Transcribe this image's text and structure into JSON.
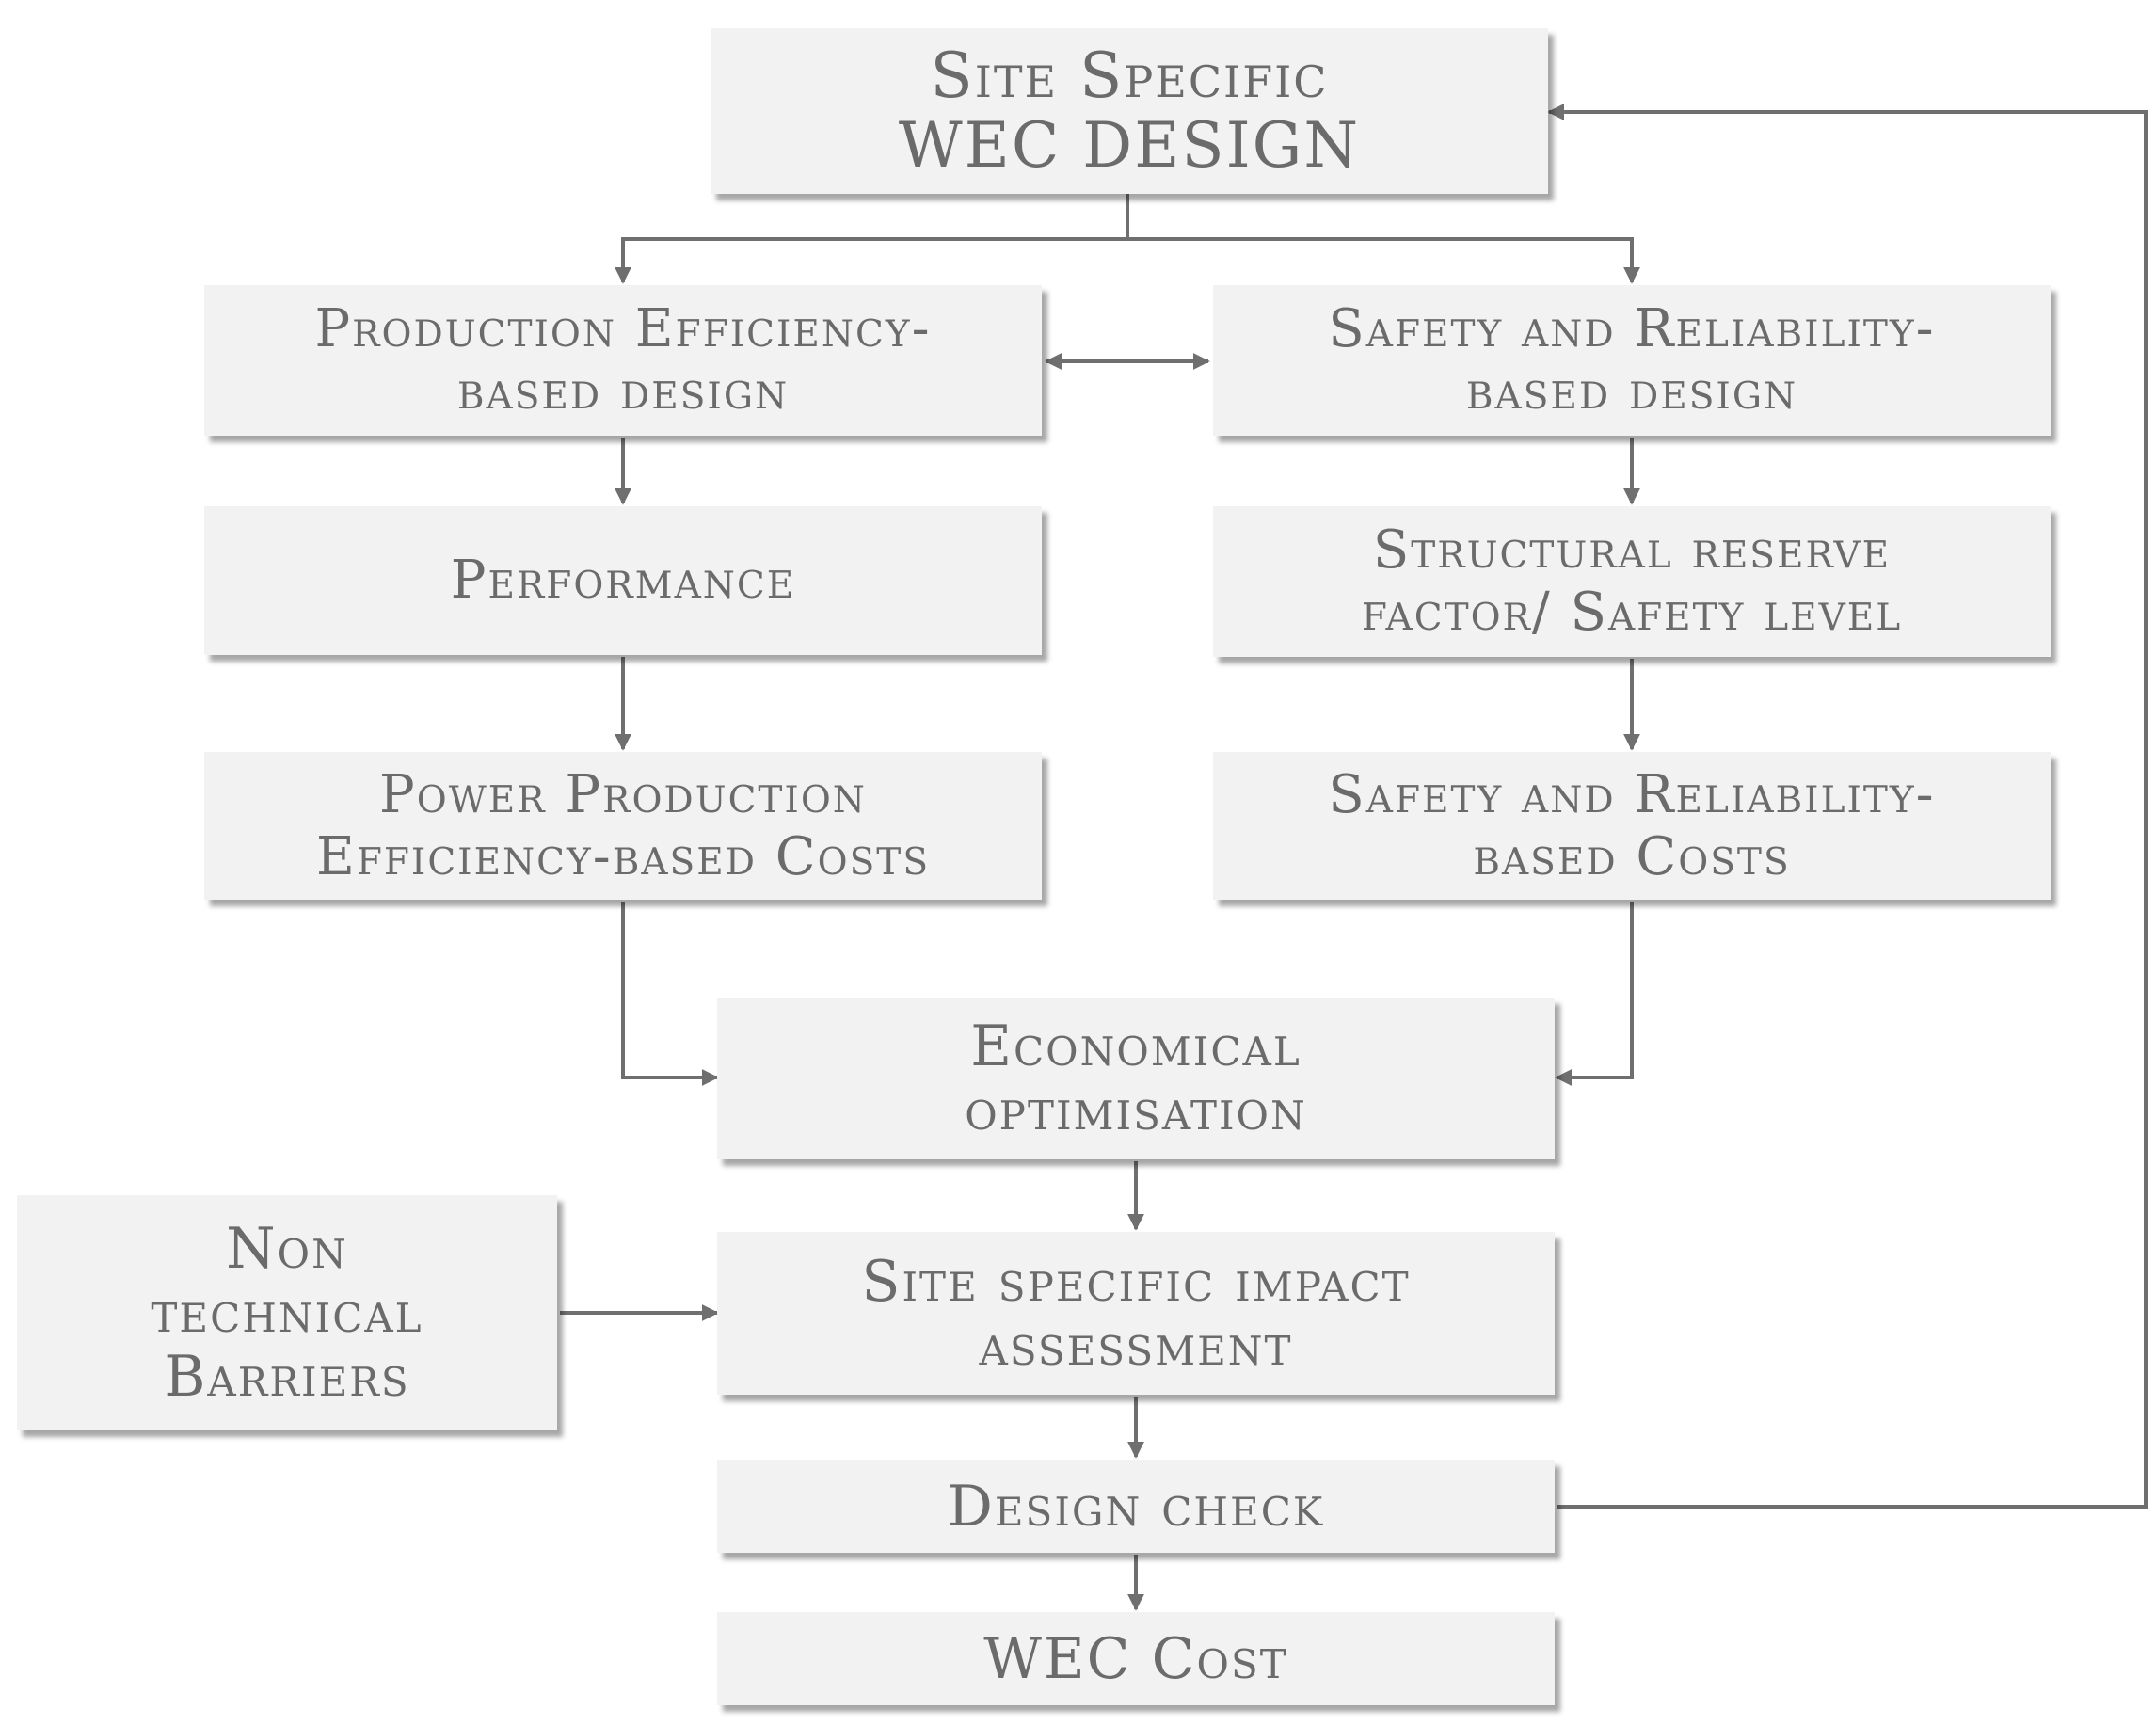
{
  "nodes": {
    "site_specific_wec_design": {
      "lines": [
        "Site Specific",
        "WEC DESIGN"
      ]
    },
    "production_efficiency_design": {
      "lines": [
        "Production Efficiency-",
        "based design"
      ]
    },
    "safety_reliability_design": {
      "lines": [
        "Safety and Reliability-",
        "based design"
      ]
    },
    "performance": {
      "lines": [
        "Performance"
      ]
    },
    "structural_reserve_factor": {
      "lines": [
        "Structural reserve",
        "factor/ Safety level"
      ]
    },
    "power_production_costs": {
      "lines": [
        "Power Production",
        "Efficiency-based Costs"
      ]
    },
    "safety_reliability_costs": {
      "lines": [
        "Safety and Reliability-",
        "based Costs"
      ]
    },
    "economical_optimisation": {
      "lines": [
        "Economical",
        "optimisation"
      ]
    },
    "non_technical_barriers": {
      "lines": [
        "Non",
        "technical",
        "Barriers"
      ]
    },
    "site_specific_impact_assessment": {
      "lines": [
        "Site specific impact",
        "assessment"
      ]
    },
    "design_check": {
      "lines": [
        "Design check"
      ]
    },
    "wec_cost": {
      "lines": [
        "WEC Cost"
      ]
    }
  },
  "colors": {
    "box_fill": "#f2f2f2",
    "text": "#6b6b6b",
    "connector": "#6f6f6f"
  }
}
